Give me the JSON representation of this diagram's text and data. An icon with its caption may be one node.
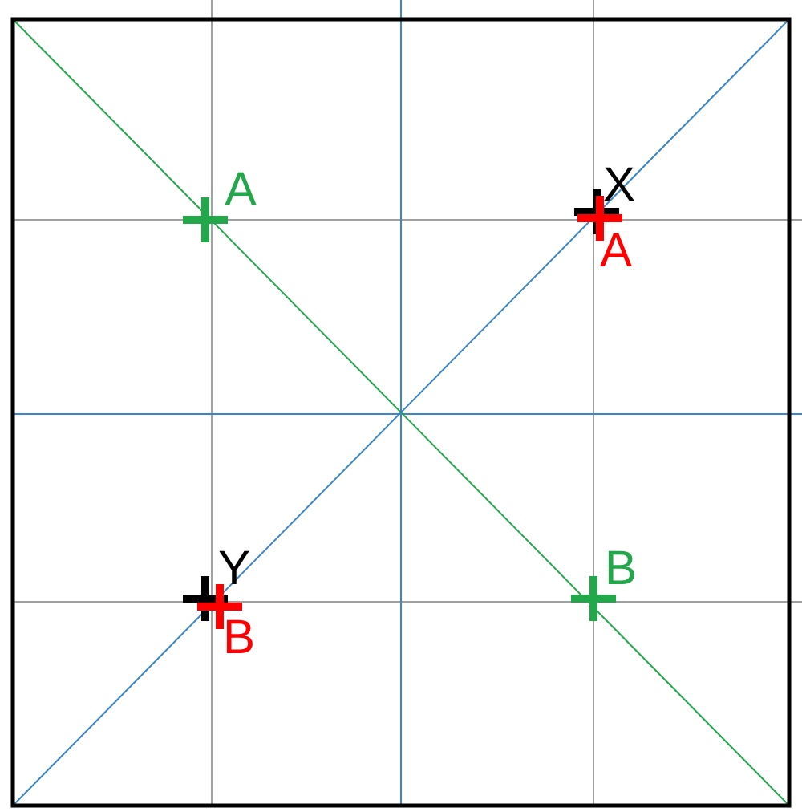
{
  "diagram": {
    "labels": [
      "A",
      "X",
      "A",
      "Y",
      "B",
      "B"
    ]
  }
}
